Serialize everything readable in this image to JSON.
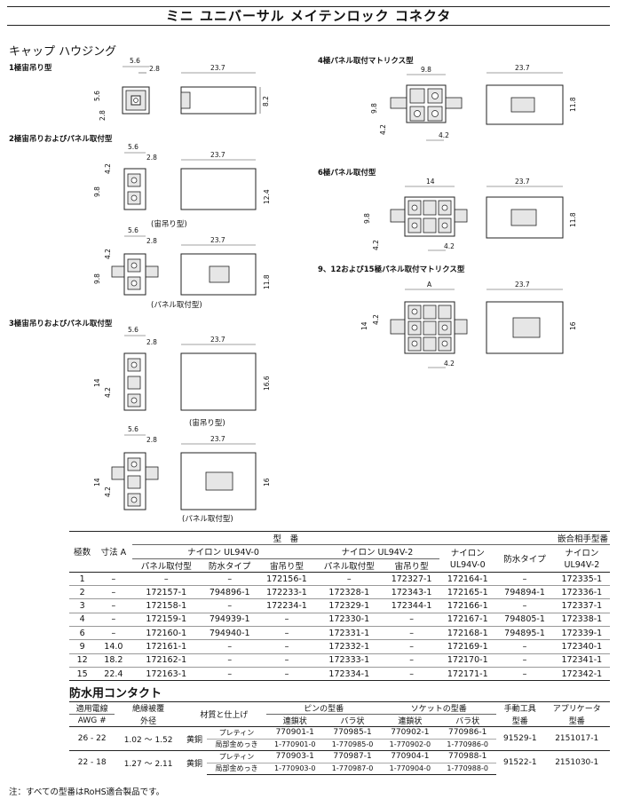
{
  "title": "ミニ ユニバーサル メイテンロック コネクタ",
  "section_cap": "キャップ ハウジング",
  "sections": {
    "s1": "1極宙吊り型",
    "s2": "2極宙吊りおよびパネル取付型",
    "s3": "3極宙吊りおよびパネル取付型",
    "s4": "4極パネル取付マトリクス型",
    "s6": "6極パネル取付型",
    "s9": "9、12および15極パネル取付マトリクス型"
  },
  "captions": {
    "c2a": "(宙吊り型)",
    "c2b": "(パネル取付型)",
    "c3a": "(宙吊り型)",
    "c3b": "(パネル取付型)"
  },
  "dims": {
    "d56": "5.6",
    "d28": "2.8",
    "d237": "23.7",
    "d82": "8.2",
    "d42": "4.2",
    "d98": "9.8",
    "d124": "12.4",
    "d118": "11.8",
    "d14": "14",
    "d166": "16.6",
    "d16": "16",
    "dA": "A"
  },
  "table1": {
    "h_kyokusu": "極数",
    "h_sunpou": "寸法 A",
    "h_kataban": "型　番",
    "h_mate": "嵌合相手型番",
    "h_nylon0": "ナイロン UL94V-0",
    "h_nylon2": "ナイロン UL94V-2",
    "h_nylon": "ナイロン",
    "h_ul0": "UL94V-0",
    "h_waterproof": "防水タイプ",
    "h_ul2": "UL94V-2",
    "h_panel": "パネル取付型",
    "h_hang": "宙吊り型",
    "rows": [
      [
        "1",
        "–",
        "–",
        "–",
        "172156-1",
        "–",
        "172327-1",
        "172164-1",
        "–",
        "172335-1"
      ],
      [
        "2",
        "–",
        "172157-1",
        "794896-1",
        "172233-1",
        "172328-1",
        "172343-1",
        "172165-1",
        "794894-1",
        "172336-1"
      ],
      [
        "3",
        "–",
        "172158-1",
        "–",
        "172234-1",
        "172329-1",
        "172344-1",
        "172166-1",
        "–",
        "172337-1"
      ],
      [
        "4",
        "–",
        "172159-1",
        "794939-1",
        "–",
        "172330-1",
        "–",
        "172167-1",
        "794805-1",
        "172338-1"
      ],
      [
        "6",
        "–",
        "172160-1",
        "794940-1",
        "–",
        "172331-1",
        "–",
        "172168-1",
        "794895-1",
        "172339-1"
      ],
      [
        "9",
        "14.0",
        "172161-1",
        "–",
        "–",
        "172332-1",
        "–",
        "172169-1",
        "–",
        "172340-1"
      ],
      [
        "12",
        "18.2",
        "172162-1",
        "–",
        "–",
        "172333-1",
        "–",
        "172170-1",
        "–",
        "172341-1"
      ],
      [
        "15",
        "22.4",
        "172163-1",
        "–",
        "–",
        "172334-1",
        "–",
        "172171-1",
        "–",
        "172342-1"
      ]
    ]
  },
  "table2_title": "防水用コンタクト",
  "table2": {
    "h_wire": "適用電線",
    "h_awg": "AWG #",
    "h_ins": "絶縁被覆",
    "h_od": "外径",
    "h_mat": "材質と仕上げ",
    "h_pin": "ピンの型番",
    "h_sock": "ソケットの型番",
    "h_chain": "連鎖状",
    "h_loose": "バラ状",
    "h_tool": "手動工具",
    "h_app": "アプリケータ",
    "h_katab": "型番",
    "h_katab2": "型番",
    "groups": [
      {
        "awg": "26 - 22",
        "od": "1.02 ～ 1.52",
        "mat": "黄銅",
        "rows": [
          {
            "fin": "プレティン",
            "p1": "770901-1",
            "p2": "770985-1",
            "s1": "770902-1",
            "s2": "770986-1"
          },
          {
            "fin": "局部金めっき",
            "p1": "1-770901-0",
            "p2": "1-770985-0",
            "s1": "1-770902-0",
            "s2": "1-770986-0"
          }
        ],
        "tool": "91529-1",
        "app": "2151017-1"
      },
      {
        "awg": "22 - 18",
        "od": "1.27 ～ 2.11",
        "mat": "黄銅",
        "rows": [
          {
            "fin": "プレティン",
            "p1": "770903-1",
            "p2": "770987-1",
            "s1": "770904-1",
            "s2": "770988-1"
          },
          {
            "fin": "局部金めっき",
            "p1": "1-770903-0",
            "p2": "1-770987-0",
            "s1": "1-770904-0",
            "s2": "1-770988-0"
          }
        ],
        "tool": "91522-1",
        "app": "2151030-1"
      }
    ]
  },
  "note": "注：すべての型番はRoHS適合製品です。"
}
